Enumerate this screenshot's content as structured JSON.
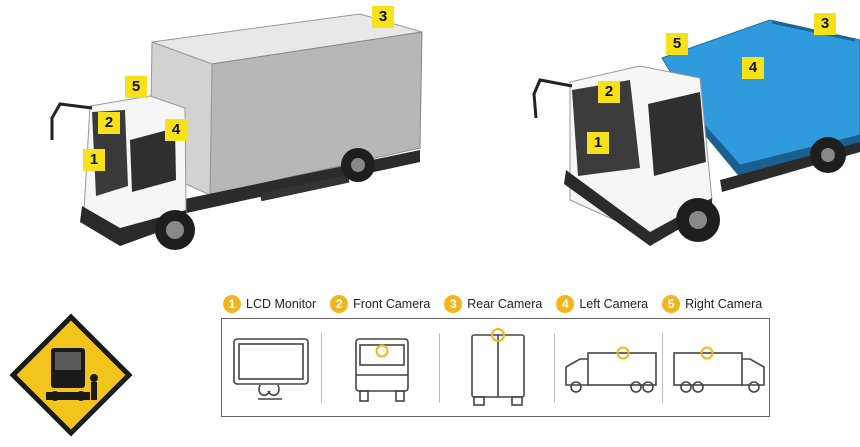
{
  "truck_left": {
    "labels": [
      {
        "num": "1"
      },
      {
        "num": "2"
      },
      {
        "num": "3"
      },
      {
        "num": "4"
      },
      {
        "num": "5"
      }
    ]
  },
  "truck_right": {
    "labels": [
      {
        "num": "1"
      },
      {
        "num": "2"
      },
      {
        "num": "3"
      },
      {
        "num": "4"
      },
      {
        "num": "5"
      }
    ]
  },
  "legend": [
    {
      "num": "1",
      "label": "LCD Monitor"
    },
    {
      "num": "2",
      "label": "Front Camera"
    },
    {
      "num": "3",
      "label": "Rear Camera"
    },
    {
      "num": "4",
      "label": "Left Camera"
    },
    {
      "num": "5",
      "label": "Right Camera"
    }
  ],
  "colors": {
    "tag_yellow": "#f7e21a",
    "legend_orange": "#f2b51d",
    "box_gray": "#b9b9b9",
    "garbage_blue": "#2f9bdc",
    "warning_yellow": "#f3c51c"
  },
  "icons": [
    "lcd-monitor-icon",
    "front-view-truck-icon",
    "rear-view-truck-icon",
    "left-side-truck-icon",
    "right-side-truck-icon",
    "warning-sign-icon"
  ]
}
